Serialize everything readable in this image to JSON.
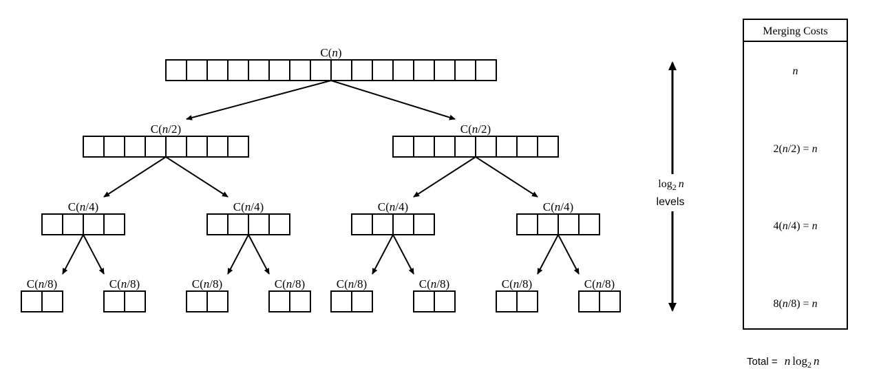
{
  "diagram": {
    "title": "Merge sort recursion tree",
    "stroke_color": "#000000",
    "background_color": "#ffffff",
    "levels": [
      {
        "depth": 0,
        "nodes": [
          {
            "label_prefix": "C(",
            "label_var": "n",
            "label_suffix": ")",
            "cells": 16
          }
        ]
      },
      {
        "depth": 1,
        "nodes": [
          {
            "label_prefix": "C(",
            "label_var": "n",
            "label_suffix": "/2)",
            "cells": 8
          },
          {
            "label_prefix": "C(",
            "label_var": "n",
            "label_suffix": "/2)",
            "cells": 8
          }
        ]
      },
      {
        "depth": 2,
        "nodes": [
          {
            "label_prefix": "C(",
            "label_var": "n",
            "label_suffix": "/4)",
            "cells": 4
          },
          {
            "label_prefix": "C(",
            "label_var": "n",
            "label_suffix": "/4)",
            "cells": 4
          },
          {
            "label_prefix": "C(",
            "label_var": "n",
            "label_suffix": "/4)",
            "cells": 4
          },
          {
            "label_prefix": "C(",
            "label_var": "n",
            "label_suffix": "/4)",
            "cells": 4
          }
        ]
      },
      {
        "depth": 3,
        "nodes": [
          {
            "label_prefix": "C(",
            "label_var": "n",
            "label_suffix": "/8)",
            "cells": 2
          },
          {
            "label_prefix": "C(",
            "label_var": "n",
            "label_suffix": "/8)",
            "cells": 2
          },
          {
            "label_prefix": "C(",
            "label_var": "n",
            "label_suffix": "/8)",
            "cells": 2
          },
          {
            "label_prefix": "C(",
            "label_var": "n",
            "label_suffix": "/8)",
            "cells": 2
          },
          {
            "label_prefix": "C(",
            "label_var": "n",
            "label_suffix": "/8)",
            "cells": 2
          },
          {
            "label_prefix": "C(",
            "label_var": "n",
            "label_suffix": "/8)",
            "cells": 2
          },
          {
            "label_prefix": "C(",
            "label_var": "n",
            "label_suffix": "/8)",
            "cells": 2
          },
          {
            "label_prefix": "C(",
            "label_var": "n",
            "label_suffix": "/8)",
            "cells": 2
          }
        ]
      }
    ],
    "levels_annotation": {
      "log_text": "log",
      "log_base": "2",
      "log_var": "n",
      "levels_word": "levels",
      "arrow": "double-headed-vertical-arrow"
    },
    "merging_costs": {
      "header": "Merging Costs",
      "rows": [
        {
          "prefix": "",
          "var": "n",
          "mid": "",
          "suffix": ""
        },
        {
          "prefix": "2(",
          "var": "n",
          "mid": "/2) = ",
          "suffix": "n"
        },
        {
          "prefix": "4(",
          "var": "n",
          "mid": "/4) = ",
          "suffix": "n"
        },
        {
          "prefix": "8(",
          "var": "n",
          "mid": "/8) = ",
          "suffix": "n"
        }
      ]
    },
    "total": {
      "label": "Total = ",
      "var1": "n",
      "log_text": "log",
      "log_base": "2",
      "var2": "n"
    }
  }
}
